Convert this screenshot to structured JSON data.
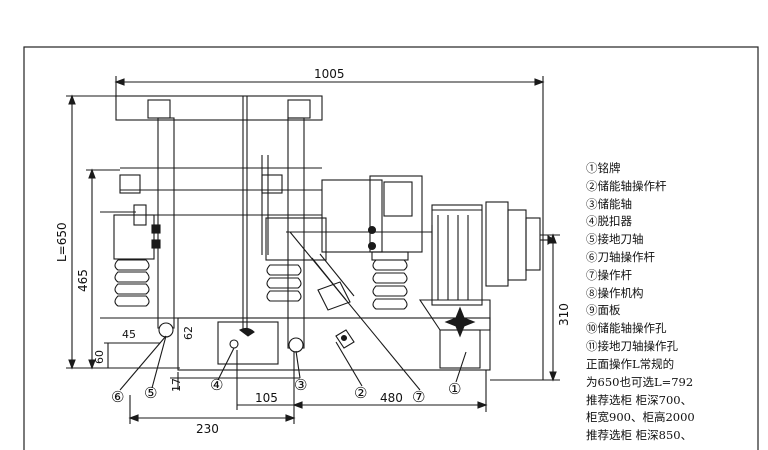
{
  "dimensions": {
    "width_total": "1005",
    "height_L": "L=650",
    "height_465": "465",
    "d45": "45",
    "d60": "60",
    "d62": "62",
    "d17": "17",
    "d230": "230",
    "d105": "105",
    "d480": "480",
    "d310": "310"
  },
  "callouts": [
    "⑥",
    "⑤",
    "④",
    "③",
    "②",
    "⑦",
    "①"
  ],
  "legend": [
    "①铭牌",
    "②储能轴操作杆",
    "③储能轴",
    "④脱扣器",
    "⑤接地刀轴",
    "⑥刀轴操作杆",
    "⑦操作杆",
    "⑧操作机构",
    "⑨面板",
    "⑩储能轴操作孔",
    "⑪接地刀轴操作孔"
  ],
  "notes": [
    "正面操作L常规的",
    "为650也可选L=792",
    "推荐选柜 柜深700、",
    "柜宽900、柜高2000",
    "推荐选柜 柜深850、"
  ]
}
